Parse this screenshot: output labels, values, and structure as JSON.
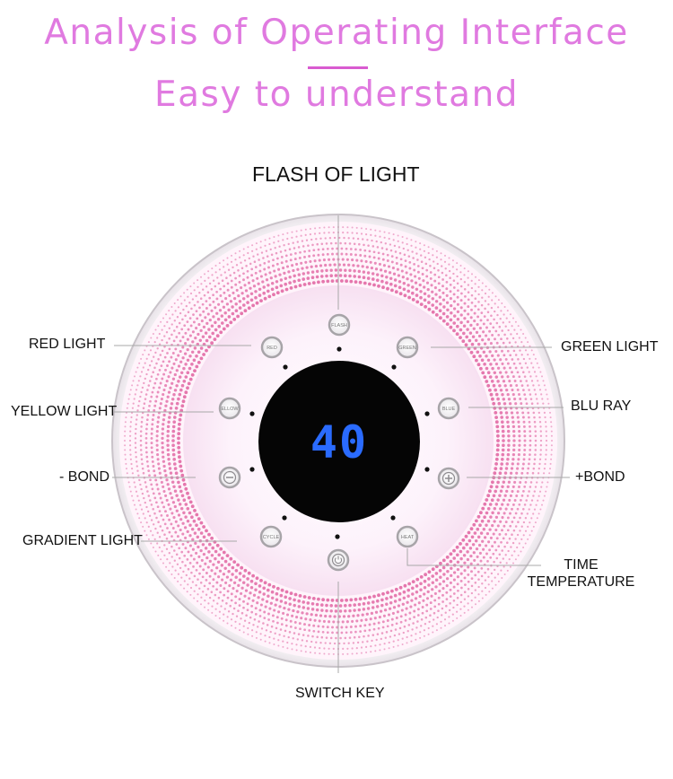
{
  "header": {
    "title": "Analysis of Operating Interface",
    "subtitle": "Easy to understand"
  },
  "colors": {
    "accent": "#e07ae0",
    "dots": "#e0609f",
    "display_bg": "#050505",
    "display_digits": "#2a6bff"
  },
  "callouts": {
    "flash": "FLASH OF LIGHT",
    "red": "RED LIGHT",
    "green": "GREEN LIGHT",
    "yellow": "YELLOW LIGHT",
    "blue": "BLU RAY",
    "minus": "- BOND",
    "plus": "+BOND",
    "gradient": "GRADIENT LIGHT",
    "time_line1": "TIME",
    "time_line2": "TEMPERATURE",
    "switch": "SWITCH KEY"
  },
  "buttons": {
    "flash": "FLASH",
    "red": "RED",
    "green": "GREEN",
    "yellow": "ELLOW",
    "blue": "BLUE",
    "cycle": "CYCLE",
    "heat": "HEAT"
  },
  "display": {
    "value": "40"
  }
}
